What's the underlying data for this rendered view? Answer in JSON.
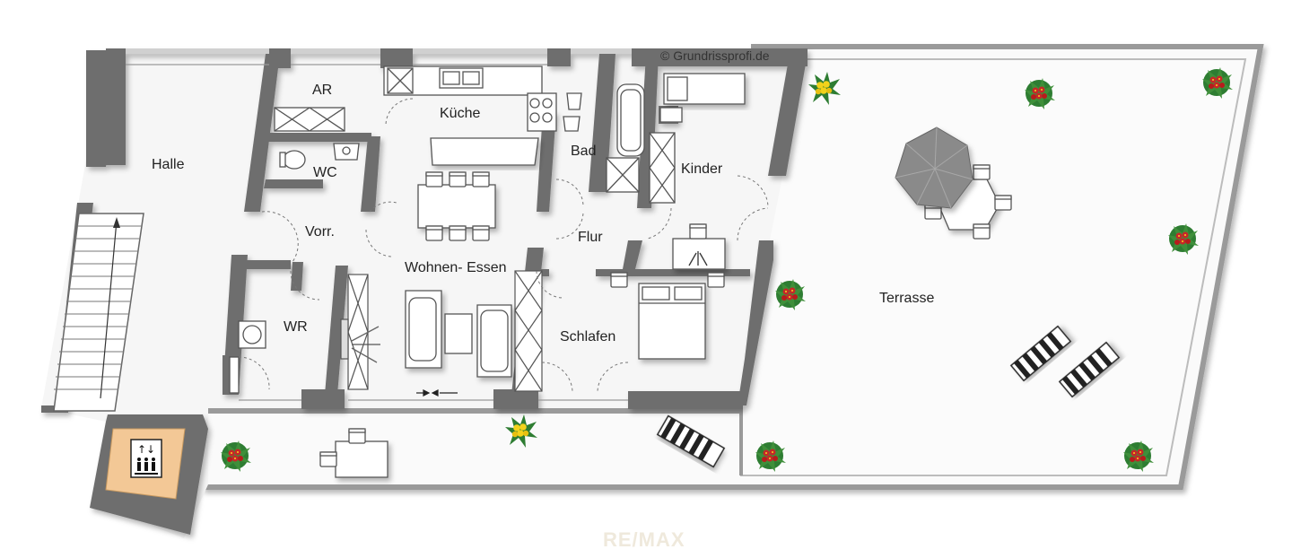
{
  "credit": "© Grundrissprofi.de",
  "watermark": "RE/MAX",
  "rooms": {
    "halle": "Halle",
    "ar": "AR",
    "kueche": "Küche",
    "wc": "WC",
    "bad": "Bad",
    "kinder": "Kinder",
    "vorr": "Vorr.",
    "flur": "Flur",
    "wohnen_essen": "Wohnen- Essen",
    "wr": "WR",
    "schlafen": "Schlafen",
    "terrasse": "Terrasse"
  },
  "icons": {
    "elevator": "elevator-icon",
    "plant": "potted-plant-icon",
    "parasol": "parasol-icon",
    "sun_lounger": "sun-lounger-icon"
  },
  "colors": {
    "wall": "#6e6e6e",
    "floor": "#f7f7f7",
    "elevator_floor": "#f3c896",
    "plant_red": "#c62828",
    "plant_yellow": "#f2d21b",
    "leaf": "#2e7d32"
  }
}
